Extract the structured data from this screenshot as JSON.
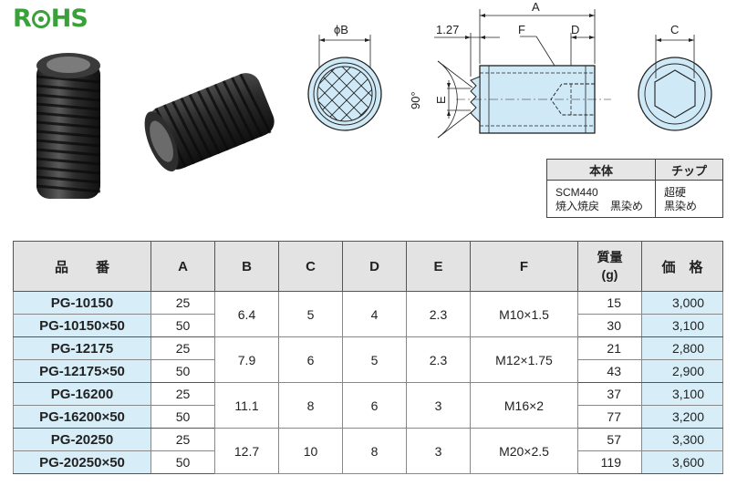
{
  "logo": {
    "text_r": "R",
    "text_hs": "HS"
  },
  "drawing": {
    "dims": {
      "phiB": "ϕB",
      "pitch": "1.27",
      "A": "A",
      "F": "F",
      "D": "D",
      "C": "C",
      "E": "E",
      "angle": "90°"
    }
  },
  "material": {
    "headers": [
      "本体",
      "チップ"
    ],
    "body": [
      "SCM440",
      "焼入焼戻　黒染め"
    ],
    "chip": [
      "超硬",
      "黒染め"
    ]
  },
  "table": {
    "headers": {
      "part": "品　　番",
      "A": "A",
      "B": "B",
      "C": "C",
      "D": "D",
      "E": "E",
      "F": "F",
      "mass_line1": "質量",
      "mass_line2": "(g)",
      "price": "価　格"
    },
    "groups": [
      {
        "B": "6.4",
        "C": "5",
        "D": "4",
        "E": "2.3",
        "F": "M10×1.5",
        "rows": [
          {
            "part": "PG-10150",
            "A": "25",
            "mass": "15",
            "price": "3,000"
          },
          {
            "part": "PG-10150×50",
            "A": "50",
            "mass": "30",
            "price": "3,100"
          }
        ]
      },
      {
        "B": "7.9",
        "C": "6",
        "D": "5",
        "E": "2.3",
        "F": "M12×1.75",
        "rows": [
          {
            "part": "PG-12175",
            "A": "25",
            "mass": "21",
            "price": "2,800"
          },
          {
            "part": "PG-12175×50",
            "A": "50",
            "mass": "43",
            "price": "2,900"
          }
        ]
      },
      {
        "B": "11.1",
        "C": "8",
        "D": "6",
        "E": "3",
        "F": "M16×2",
        "rows": [
          {
            "part": "PG-16200",
            "A": "25",
            "mass": "37",
            "price": "3,100"
          },
          {
            "part": "PG-16200×50",
            "A": "50",
            "mass": "77",
            "price": "3,200"
          }
        ]
      },
      {
        "B": "12.7",
        "C": "10",
        "D": "8",
        "E": "3",
        "F": "M20×2.5",
        "rows": [
          {
            "part": "PG-20250",
            "A": "25",
            "mass": "57",
            "price": "3,300"
          },
          {
            "part": "PG-20250×50",
            "A": "50",
            "mass": "119",
            "price": "3,600"
          }
        ]
      }
    ]
  }
}
